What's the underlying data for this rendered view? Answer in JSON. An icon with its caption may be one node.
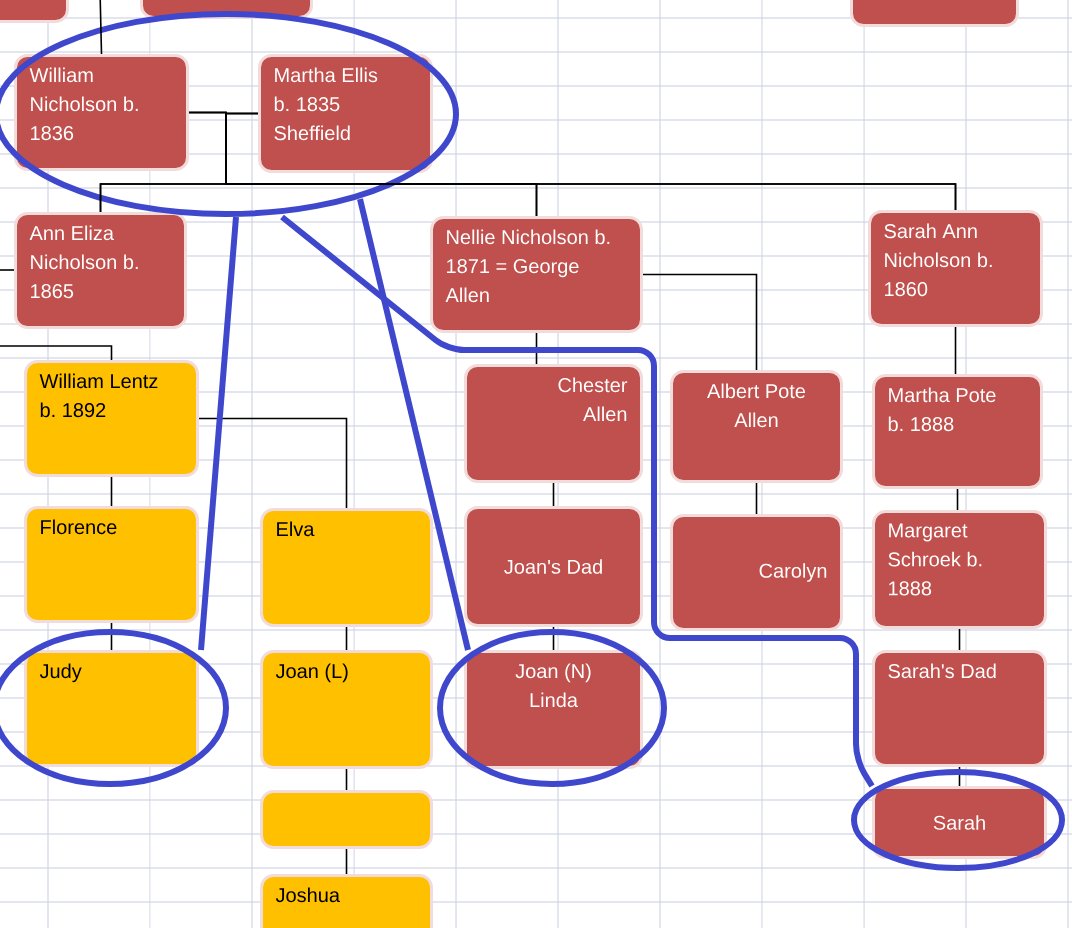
{
  "diagram": {
    "nodes": [
      {
        "text": [],
        "shape": "box"
      },
      {
        "text": [],
        "shape": "box"
      },
      {
        "text": [],
        "shape": "box"
      },
      {
        "text": [],
        "shape": "ellipse"
      },
      {
        "text": [
          "William Nicholson b. 1836"
        ],
        "in": 3
      },
      {
        "text": [
          "Martha Ellis b. 1835 Sheffield"
        ],
        "in": 3
      },
      {
        "text": [
          "Ann Eliza Nicholson  b. 1865"
        ]
      },
      {
        "text": [
          "Nellie Nicholson b. 1871 = George Allen"
        ]
      },
      {
        "text": [
          "Sarah Ann Nicholson b. 1860"
        ]
      },
      {
        "text": [
          "William Lentz b. 1892"
        ]
      },
      {
        "text": [
          "Chester Allen"
        ]
      },
      {
        "text": [
          "Albert Pote Allen"
        ]
      },
      {
        "text": [
          "Martha Pote b. 1888"
        ]
      },
      {
        "text": [
          "Florence"
        ]
      },
      {
        "text": [
          "Elva"
        ]
      },
      {
        "text": [
          "Joan's Dad"
        ]
      },
      {
        "text": [
          "Carolyn"
        ]
      },
      {
        "text": [
          "Margaret Schroek b. 1888"
        ]
      },
      {
        "text": [
          "Judy"
        ]
      },
      {
        "text": [
          "Joan (L)"
        ]
      },
      {
        "text": [
          "Joan (N) Linda"
        ]
      },
      {
        "text": [
          "Sarah's Dad"
        ]
      },
      {
        "text": [],
        "shape": "box"
      },
      {
        "text": [
          "Sarah"
        ]
      },
      {
        "text": [
          "Joshua"
        ]
      }
    ],
    "edges": [
      {
        "from": null,
        "to": 4,
        "arrow": "none"
      },
      {
        "from": null,
        "to": 6,
        "arrow": "none"
      },
      {
        "from": null,
        "to": 9,
        "arrow": "none"
      },
      {
        "from": 4,
        "to": 6,
        "arrow": "none"
      },
      {
        "from": 5,
        "to": 6,
        "arrow": "none"
      },
      {
        "from": 4,
        "to": 7,
        "arrow": "none"
      },
      {
        "from": 5,
        "to": 7,
        "arrow": "none"
      },
      {
        "from": 4,
        "to": 8,
        "arrow": "none"
      },
      {
        "from": 5,
        "to": 8,
        "arrow": "none"
      },
      {
        "from": 9,
        "to": 13,
        "arrow": "none"
      },
      {
        "from": 13,
        "to": 18,
        "arrow": "none"
      },
      {
        "from": 9,
        "to": 14,
        "arrow": "none"
      },
      {
        "from": 7,
        "to": 10,
        "arrow": "none"
      },
      {
        "from": 7,
        "to": 11,
        "arrow": "none"
      },
      {
        "from": 10,
        "to": 15,
        "arrow": "none"
      },
      {
        "from": 15,
        "to": 20,
        "arrow": "none"
      },
      {
        "from": 11,
        "to": 16,
        "arrow": "none"
      },
      {
        "from": 8,
        "to": 12,
        "arrow": "none"
      },
      {
        "from": 12,
        "to": 17,
        "arrow": "none"
      },
      {
        "from": 17,
        "to": 21,
        "arrow": "none"
      },
      {
        "from": 21,
        "to": 23,
        "arrow": "none"
      },
      {
        "from": 14,
        "to": 19,
        "arrow": "none"
      },
      {
        "from": 19,
        "to": 22,
        "arrow": "none"
      },
      {
        "from": 22,
        "to": 24,
        "arrow": "none"
      },
      {
        "from": 3,
        "to": 18,
        "arrow": "none",
        "style": "thick",
        "color": "#3f48cc"
      },
      {
        "from": 3,
        "to": 20,
        "arrow": "none",
        "style": "thick",
        "color": "#3f48cc"
      },
      {
        "from": 3,
        "to": 23,
        "arrow": "none",
        "style": "thick",
        "color": "#3f48cc"
      }
    ]
  }
}
